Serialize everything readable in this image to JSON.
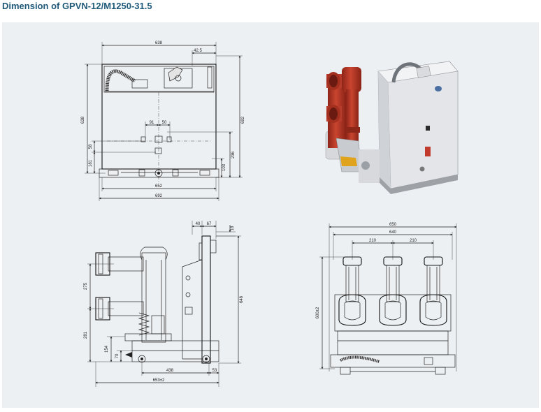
{
  "page": {
    "title": "Dimension of GPVN-12/M1250-31.5"
  },
  "front_view": {
    "dims": {
      "top_width": "638",
      "top_right": "42.5",
      "left_height": "638",
      "right_height": "692",
      "center_left": "91",
      "center_right": "50",
      "left_58": "58",
      "left_181": "181",
      "right_236": "236",
      "right_103": "103",
      "bottom_652": "652",
      "bottom_692": "692"
    }
  },
  "side_view": {
    "dims": {
      "top_40": "40",
      "top_67": "67",
      "top_18": "18",
      "left_275": "275",
      "left_281": "281",
      "left_154": "154",
      "left_70": "70",
      "right_648": "648",
      "bottom_438": "438",
      "bottom_53": "53",
      "bottom_653": "653±2"
    }
  },
  "rear_view": {
    "dims": {
      "top_650": "650",
      "top_640": "640",
      "pitch_left": "210",
      "pitch_right": "210",
      "left_600": "600±2"
    }
  },
  "colors": {
    "title": "#1f5a7a",
    "panel_bg": "#edf0f3",
    "insulator_red": "#b83a2a",
    "body_grey": "#d7d9dc"
  }
}
